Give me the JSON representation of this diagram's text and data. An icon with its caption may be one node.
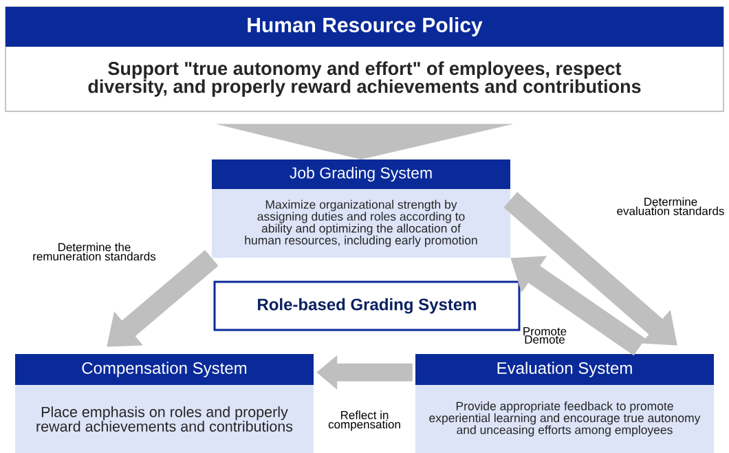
{
  "diagram": {
    "nodes": [
      {
        "text": [
          "Human Resource Policy",
          "Support \"true autonomy and effort\" of employees, respect diversity, and properly reward achievements and contributions"
        ]
      },
      {
        "text": [
          "Job Grading System",
          "Maximize organizational strength by assigning duties and roles according to ability and optimizing the allocation of human resources, including early promotion"
        ]
      },
      {
        "text": [
          "Role-based Grading System"
        ]
      },
      {
        "text": [
          "Compensation System",
          "Place emphasis on roles and properly reward achievements and contributions"
        ]
      },
      {
        "text": [
          "Evaluation System",
          "Provide appropriate feedback to promote experiential learning and encourage true autonomy and unceasing efforts among employees"
        ]
      }
    ],
    "edges": [
      {
        "from": 0,
        "to": 1,
        "arrow": "to"
      },
      {
        "from": 1,
        "to": 3,
        "arrow": "to",
        "label": "Determine the remuneration standards"
      },
      {
        "from": 1,
        "to": 4,
        "arrow": "to",
        "label": "Determine evaluation standards"
      },
      {
        "from": 4,
        "to": 1,
        "arrow": "to",
        "label": "Promote Demote"
      },
      {
        "from": 4,
        "to": 3,
        "arrow": "to",
        "label": "Reflect in compensation"
      }
    ]
  }
}
